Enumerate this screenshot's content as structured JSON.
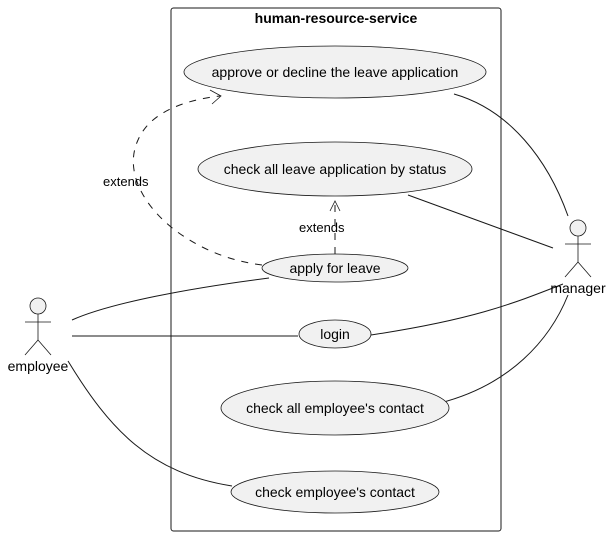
{
  "boundary": {
    "title": "human-resource-service"
  },
  "actors": {
    "employee": "employee",
    "manager": "manager"
  },
  "use_cases": {
    "approve": "approve or decline the leave application",
    "check_status": "check all leave application by status",
    "apply_leave": "apply for leave",
    "login": "login",
    "check_all_contacts": "check all employee's contact",
    "check_contact": "check employee's contact"
  },
  "relations": {
    "extends_approve": "extends",
    "extends_status": "extends"
  }
}
